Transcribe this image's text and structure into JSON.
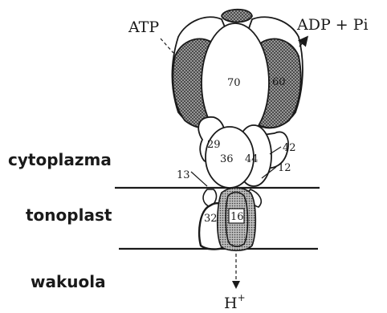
{
  "labels": {
    "atp": "ATP",
    "adp_pi": "ADP + Pi",
    "cytoplasm": "cytoplazma",
    "tonoplast": "tonoplast",
    "vacuole": "wakuola",
    "h_plus": "H",
    "h_plus_sup": "+"
  },
  "subunits": {
    "s70": "70",
    "s60": "60",
    "s29": "29",
    "s36": "36",
    "s44": "44",
    "s42": "42",
    "s13": "13",
    "s12": "12",
    "s32": "32",
    "s16": "16"
  },
  "colors": {
    "ink": "#1a1a1a",
    "hatch_bg": "#a8a8a8",
    "background": "#ffffff"
  }
}
